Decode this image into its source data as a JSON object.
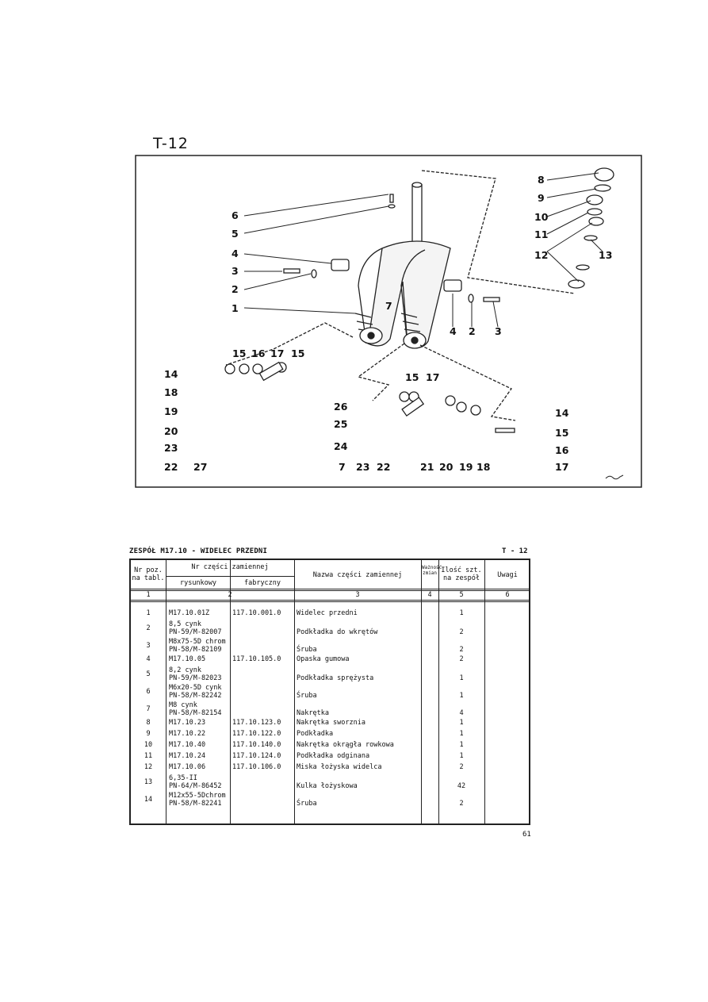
{
  "figure": {
    "title": "T-12",
    "callouts_left": [
      "6",
      "5",
      "4",
      "3",
      "2",
      "1",
      "7"
    ],
    "callouts_topright": [
      "8",
      "9",
      "10",
      "11",
      "12",
      "13"
    ],
    "callouts_mid_bottom": [
      "4",
      "2",
      "3"
    ],
    "callouts_lower_left": [
      "15",
      "16",
      "17",
      "15",
      "14",
      "18",
      "19",
      "20",
      "23",
      "22",
      "27"
    ],
    "callouts_lower_mid": [
      "26",
      "25",
      "24",
      "7",
      "23",
      "22"
    ],
    "callouts_lower_right": [
      "15",
      "17",
      "14",
      "15",
      "16",
      "17",
      "21",
      "20",
      "19",
      "18"
    ]
  },
  "table": {
    "title": "ZESPÓŁ M17.10 - WIDELEC PRZEDNI",
    "code": "T - 12",
    "headers": {
      "pos": "Nr poz. na tabl.",
      "part_no": "Nr części zamiennej",
      "drawing": "rysunkowy",
      "factory": "fabryczny",
      "name": "Nazwa części zamiennej",
      "validity": "Ważność zmian",
      "qty": "Ilość szt. na zespół",
      "remarks": "Uwagi"
    },
    "col_numbers": [
      "1",
      "2",
      "3",
      "4",
      "5",
      "6"
    ],
    "rows": [
      {
        "pos": "1",
        "drawing": [
          "M17.10.01Z"
        ],
        "factory": "117.10.001.0",
        "name": "Widelec przedni",
        "qty": "1"
      },
      {
        "pos": "2",
        "drawing": [
          "8,5 cynk",
          "PN-59/M-82007"
        ],
        "factory": "",
        "name": "Podkładka do wkrętów",
        "qty": "2"
      },
      {
        "pos": "3",
        "drawing": [
          "M8x75-5D chrom",
          "PN-58/M-82109"
        ],
        "factory": "",
        "name": "Śruba",
        "qty": "2"
      },
      {
        "pos": "4",
        "drawing": [
          "M17.10.05"
        ],
        "factory": "117.10.105.0",
        "name": "Opaska gumowa",
        "qty": "2"
      },
      {
        "pos": "5",
        "drawing": [
          "8,2 cynk",
          "PN-59/M-82023"
        ],
        "factory": "",
        "name": "Podkładka sprężysta",
        "qty": "1"
      },
      {
        "pos": "6",
        "drawing": [
          "M6x20-5D cynk",
          "PN-58/M-82242"
        ],
        "factory": "",
        "name": "Śruba",
        "qty": "1"
      },
      {
        "pos": "7",
        "drawing": [
          "M8 cynk",
          "PN-58/M-82154"
        ],
        "factory": "",
        "name": "Nakrętka",
        "qty": "4"
      },
      {
        "pos": "8",
        "drawing": [
          "M17.10.23"
        ],
        "factory": "117.10.123.0",
        "name": "Nakrętka sworznia",
        "qty": "1"
      },
      {
        "pos": "9",
        "drawing": [
          "M17.10.22"
        ],
        "factory": "117.10.122.0",
        "name": "Podkładka",
        "qty": "1"
      },
      {
        "pos": "10",
        "drawing": [
          "M17.10.40"
        ],
        "factory": "117.10.140.0",
        "name": "Nakrętka okrągła rowkowa",
        "qty": "1"
      },
      {
        "pos": "11",
        "drawing": [
          "M17.10.24"
        ],
        "factory": "117.10.124.0",
        "name": "Podkładka odginana",
        "qty": "1"
      },
      {
        "pos": "12",
        "drawing": [
          "M17.10.06"
        ],
        "factory": "117.10.106.0",
        "name": "Miska łożyska widelca",
        "qty": "2"
      },
      {
        "pos": "13",
        "drawing": [
          "6,35-II",
          "PN-64/M-86452"
        ],
        "factory": "",
        "name": "Kulka łożyskowa",
        "qty": "42"
      },
      {
        "pos": "14",
        "drawing": [
          "M12x55-5Dchrom",
          "PN-58/M-82241"
        ],
        "factory": "",
        "name": "Śruba",
        "qty": "2"
      }
    ]
  },
  "page_number": "61"
}
